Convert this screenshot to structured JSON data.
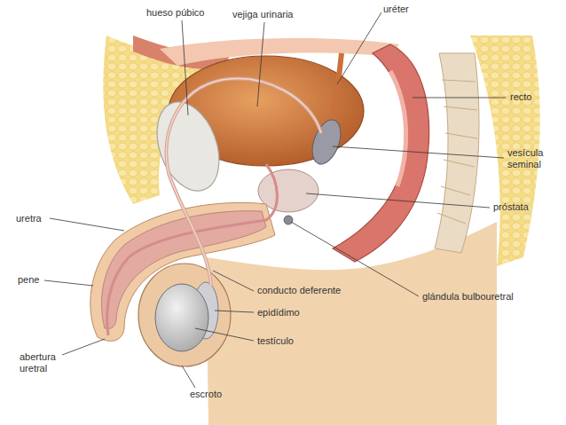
{
  "diagram": {
    "labels": [
      "hueso púbico",
      "vejiga urinaria",
      "uréter",
      "recto",
      "vesícula seminal",
      "próstata",
      "uretra",
      "pene",
      "conducto deferente",
      "epidídimo",
      "glándula bulbouretral",
      "testículo",
      "abertura uretral",
      "escroto"
    ]
  }
}
